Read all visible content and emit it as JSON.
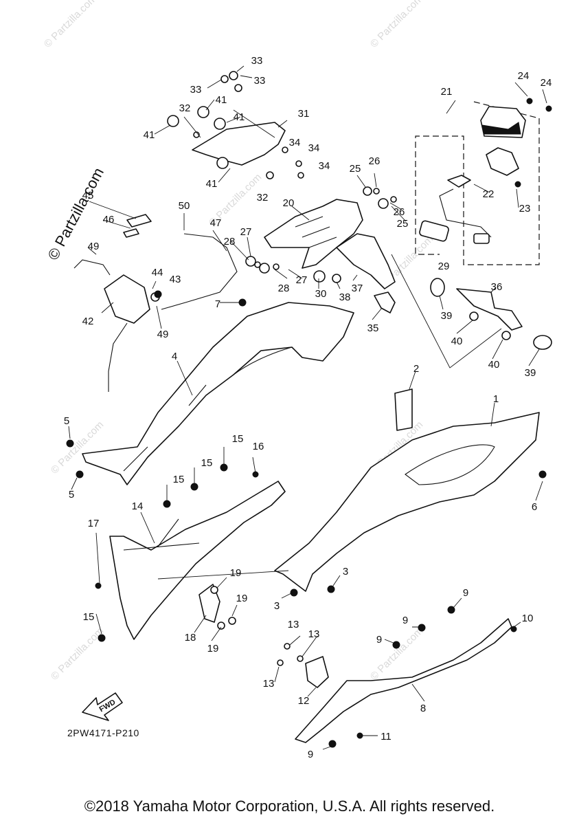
{
  "watermark": {
    "brand": "© Partzilla.com",
    "small": "© Partzilla.com"
  },
  "fwd_arrow_label": "FWD",
  "diagram_code": "2PW4171-P210",
  "copyright": "©2018 Yamaha Motor Corporation, U.S.A. All rights reserved.",
  "callouts": {
    "c1": "1",
    "c2": "2",
    "c3a": "3",
    "c3b": "3",
    "c4": "4",
    "c5a": "5",
    "c5b": "5",
    "c6": "6",
    "c7": "7",
    "c8": "8",
    "c9a": "9",
    "c9b": "9",
    "c9c": "9",
    "c9d": "9",
    "c10": "10",
    "c11": "11",
    "c12": "12",
    "c13a": "13",
    "c13b": "13",
    "c13c": "13",
    "c14": "14",
    "c15a": "15",
    "c15b": "15",
    "c15c": "15",
    "c15d": "15",
    "c16": "16",
    "c17": "17",
    "c18": "18",
    "c19a": "19",
    "c19b": "19",
    "c19c": "19",
    "c20": "20",
    "c21": "21",
    "c22": "22",
    "c23": "23",
    "c24a": "24",
    "c24b": "24",
    "c25a": "25",
    "c25b": "25",
    "c26a": "26",
    "c26b": "26",
    "c27a": "27",
    "c27b": "27",
    "c28a": "28",
    "c28b": "28",
    "c29": "29",
    "c30": "30",
    "c31": "31",
    "c32a": "32",
    "c32b": "32",
    "c33a": "33",
    "c33b": "33",
    "c33c": "33",
    "c34a": "34",
    "c34b": "34",
    "c34c": "34",
    "c35": "35",
    "c36": "36",
    "c37": "37",
    "c38": "38",
    "c39a": "39",
    "c39b": "39",
    "c40a": "40",
    "c40b": "40",
    "c41a": "41",
    "c41b": "41",
    "c41c": "41",
    "c41d": "41",
    "c42": "42",
    "c43": "43",
    "c44": "44",
    "c45": "45",
    "c46": "46",
    "c47": "47",
    "c49a": "49",
    "c49b": "49",
    "c50": "50"
  }
}
